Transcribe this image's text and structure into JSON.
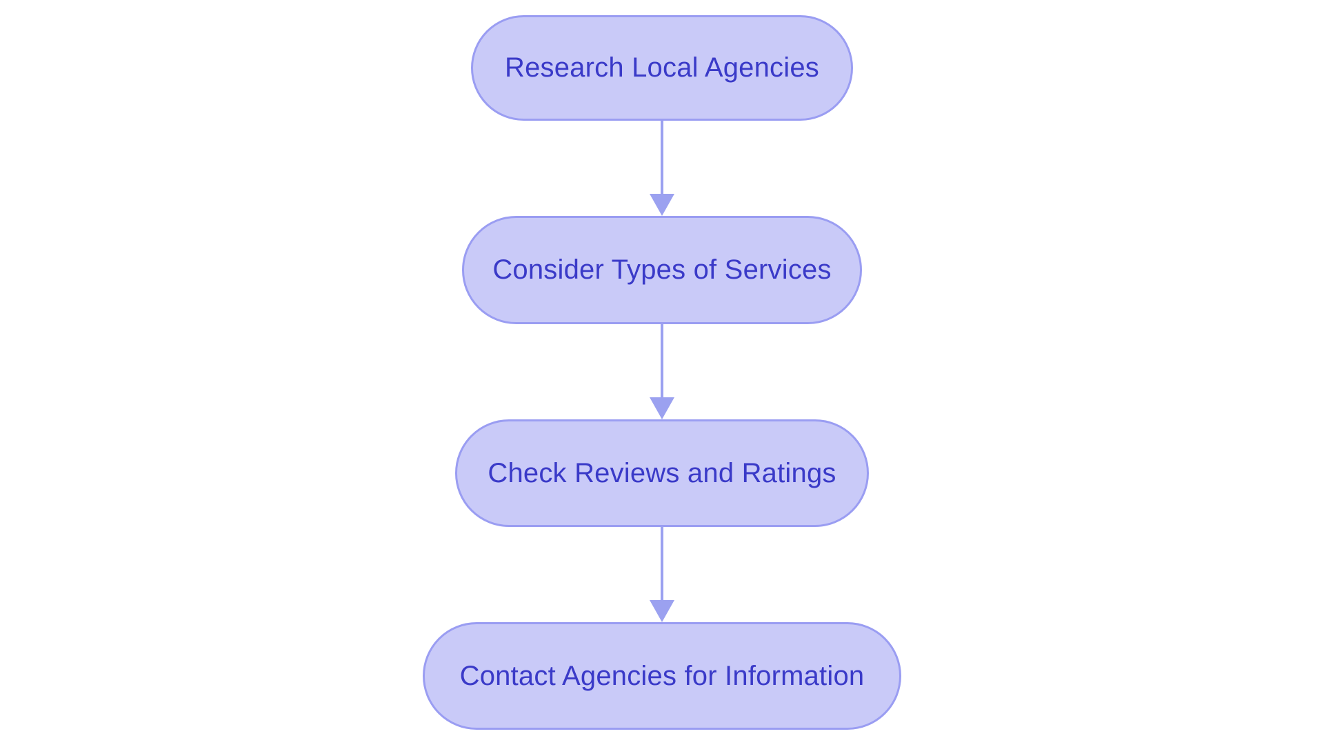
{
  "diagram": {
    "type": "flowchart",
    "direction": "top-down",
    "colors": {
      "node_fill": "#c9caf8",
      "node_border": "#9a9df2",
      "node_text": "#3a3ac8",
      "arrow": "#9ba1f0",
      "background": "#ffffff"
    },
    "nodes": [
      {
        "id": "step-1",
        "label": "Research Local Agencies"
      },
      {
        "id": "step-2",
        "label": "Consider Types of Services"
      },
      {
        "id": "step-3",
        "label": "Check Reviews and Ratings"
      },
      {
        "id": "step-4",
        "label": "Contact Agencies for Information"
      }
    ],
    "edges": [
      {
        "from": "step-1",
        "to": "step-2"
      },
      {
        "from": "step-2",
        "to": "step-3"
      },
      {
        "from": "step-3",
        "to": "step-4"
      }
    ]
  }
}
